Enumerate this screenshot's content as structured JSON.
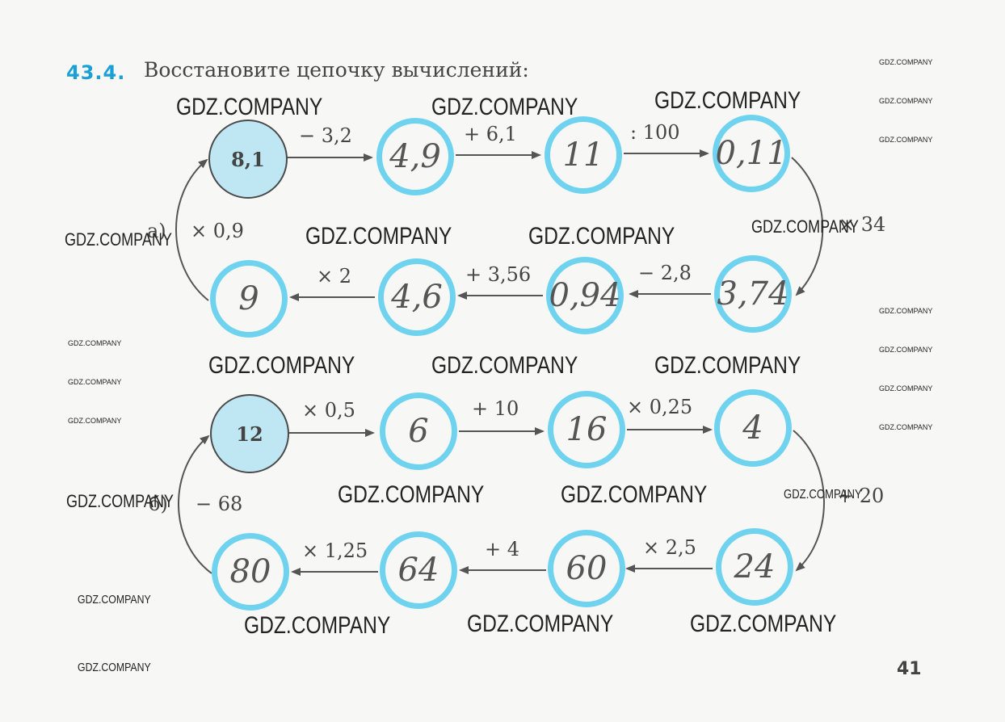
{
  "header": {
    "number": "43.4.",
    "title": "Восстановите цепочку вычислений:"
  },
  "page_number": "41",
  "watermark": "GDZ.COMPANY",
  "chain_a": {
    "label": "а)",
    "top_values": [
      "8,1",
      "4,9",
      "11",
      "0,11"
    ],
    "top_ops": [
      "− 3,2",
      "+ 6,1",
      ": 100"
    ],
    "right_op": "× 34",
    "bottom_values": [
      "9",
      "4,6",
      "0,94",
      "3,74"
    ],
    "bottom_ops": [
      "× 2",
      "+ 3,56",
      "− 2,8"
    ],
    "left_op": "× 0,9"
  },
  "chain_b": {
    "label": "б)",
    "top_values": [
      "12",
      "6",
      "16",
      "4"
    ],
    "top_ops": [
      "× 0,5",
      "+ 10",
      "× 0,25"
    ],
    "right_op": "+ 20",
    "bottom_values": [
      "80",
      "64",
      "60",
      "24"
    ],
    "bottom_ops": [
      "× 1,25",
      "+ 4",
      "× 2,5"
    ],
    "left_op": "− 68"
  },
  "colors": {
    "accent": "#1ba0d6",
    "ring": "#6fd3ef",
    "start_fill": "#bfe6f3"
  }
}
